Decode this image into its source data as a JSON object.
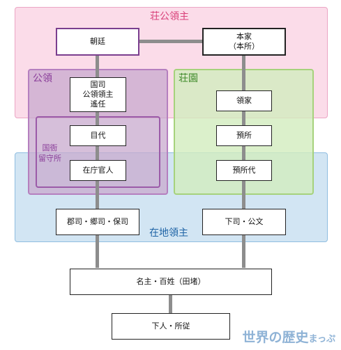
{
  "regions": {
    "shoen_koryo_lord": {
      "label": "荘公領主",
      "fill": "#fbdce9",
      "border": "#eba5c4",
      "label_color": "#d9417a"
    },
    "koryo": {
      "label": "公領",
      "fill": "#d9bfd9",
      "border": "#b57fbf",
      "label_color": "#8a3e9a"
    },
    "kokuga_rusudokoro": {
      "label": "国衙\n留守所",
      "border": "#9b5aa8",
      "label_color": "#8a3e9a"
    },
    "shoen": {
      "label": "荘園",
      "fill": "#dcefc6",
      "border": "#a6d27c",
      "label_color": "#3f8a2a"
    },
    "local_lord": {
      "label": "在地領主",
      "fill": "#d2e5f3",
      "border": "#8fbde0",
      "label_color": "#1f64a6"
    }
  },
  "boxes": {
    "chotei": "朝廷",
    "honke": "本家\n（本所）",
    "kokushi": "国司\n公領領主\n遙任",
    "ryoke": "領家",
    "mokudai": "目代",
    "azukaridokoro": "預所",
    "zaichokanjin": "在庁官人",
    "azukaridokorodai": "預所代",
    "gunji": "郡司・郷司・保司",
    "geshi": "下司・公文",
    "myoshu": "名主・百姓（田堵）",
    "genin": "下人・所従"
  },
  "logo": {
    "part1": "世界の",
    "part2": "歴史",
    "part3": "まっぷ"
  }
}
